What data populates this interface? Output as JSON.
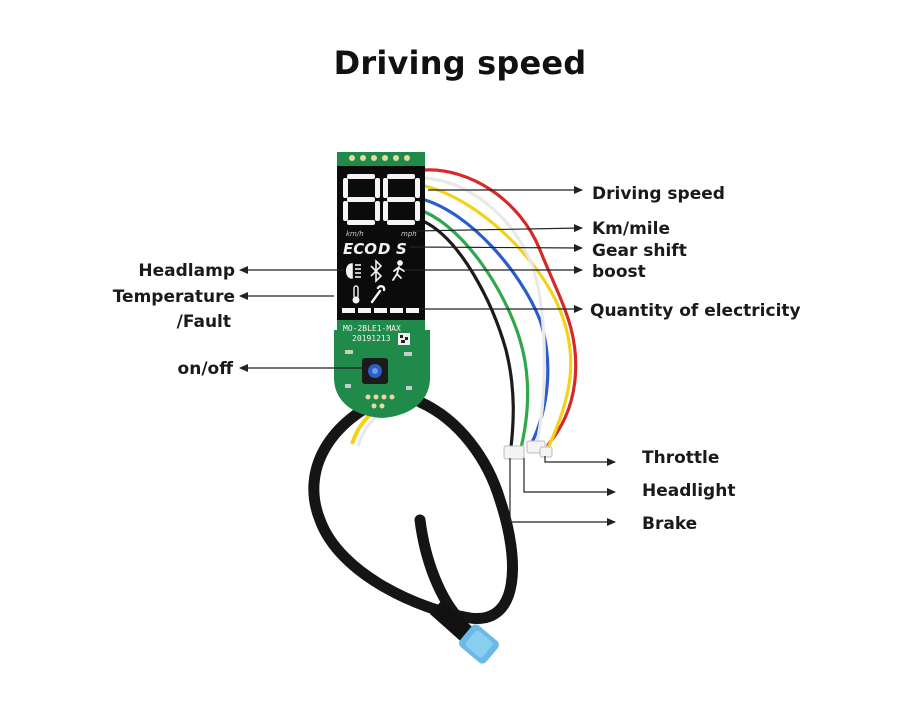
{
  "title": "Driving speed",
  "display": {
    "unit_left": "km/h",
    "unit_right": "mph",
    "mode_eco": "ECO",
    "mode_d": "D",
    "mode_s": "S"
  },
  "pcb": {
    "model": "MO-2BLE1-MAX",
    "date": "20191213"
  },
  "labels": {
    "driving_speed": "Driving speed",
    "km_mile": "Km/mile",
    "gear_shift": "Gear shift",
    "boost": "boost",
    "quantity_electricity": "Quantity of electricity",
    "headlamp": "Headlamp",
    "temperature_line1": "Temperature",
    "temperature_line2": "/Fault",
    "on_off": "on/off",
    "throttle": "Throttle",
    "headlight": "Headlight",
    "brake": "Brake"
  },
  "colors": {
    "pcb_green": "#1f8a4a",
    "lcd_black": "#0b0b0b",
    "segment_white": "#f4f4f4",
    "button_blue": "#2a5fc4",
    "connector_blue": "#6bb9e6",
    "wire_red": "#d62a2a",
    "wire_yellow": "#f3d21a",
    "wire_blue": "#2a5cd0",
    "wire_green": "#2ea84a",
    "wire_black": "#1b1b1b"
  },
  "icons": [
    "headlamp-icon",
    "bluetooth-icon",
    "walking-person-icon",
    "thermometer-icon",
    "wrench-icon",
    "power-button-icon"
  ]
}
